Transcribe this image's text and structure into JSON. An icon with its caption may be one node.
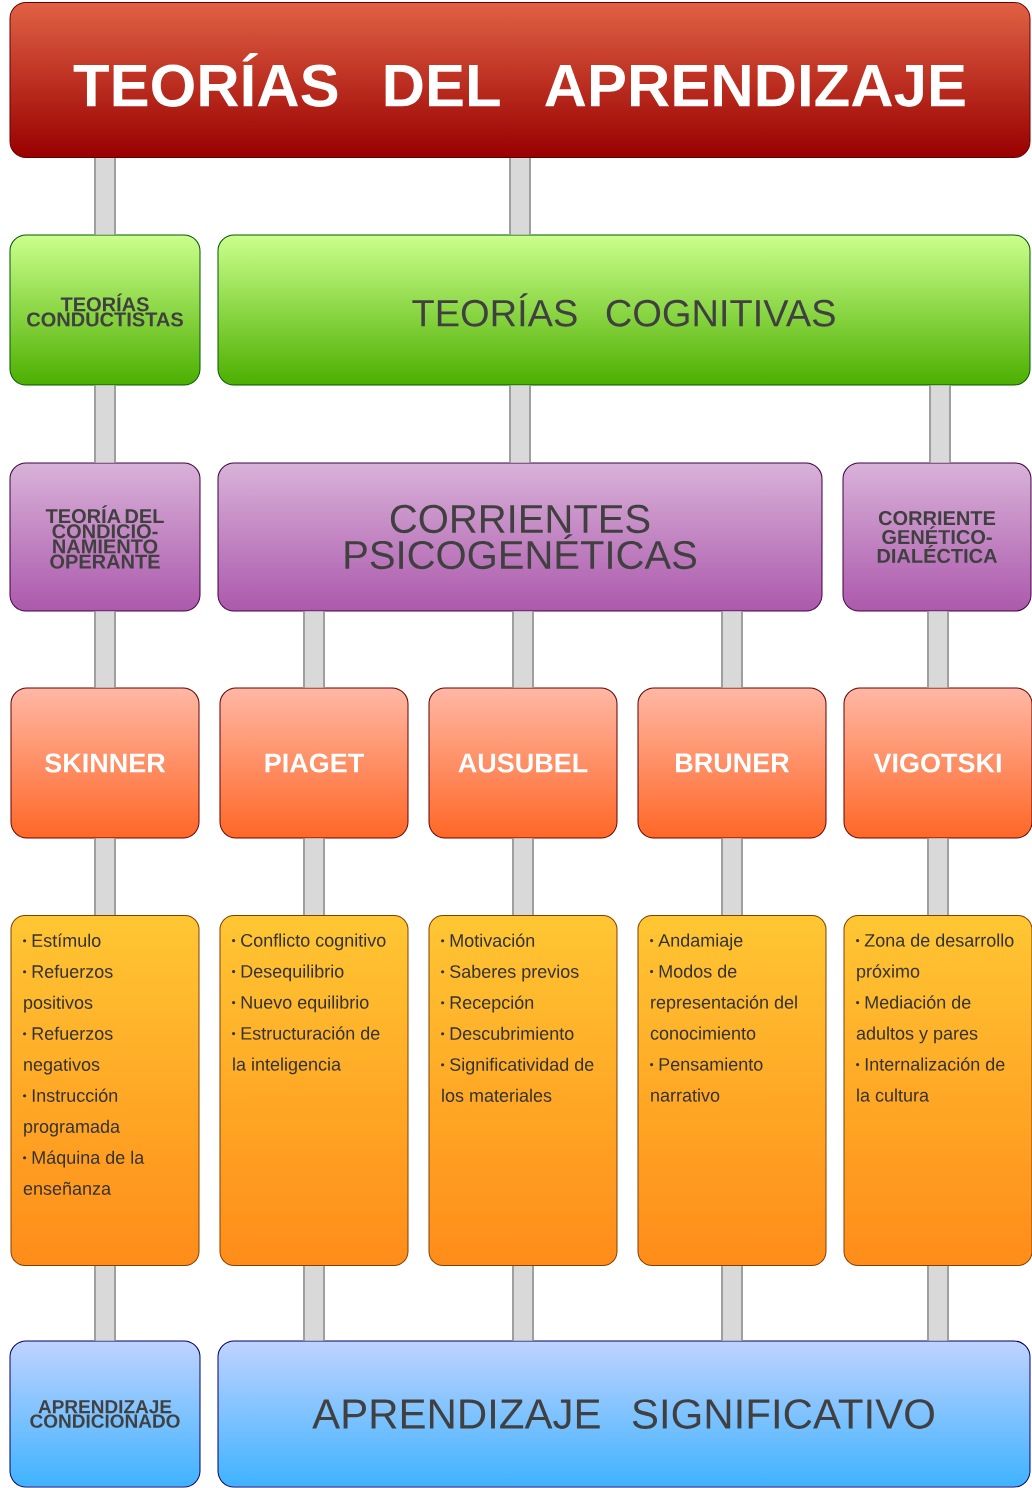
{
  "diagram": {
    "nodes": [
      {
        "text": [
          "TEORÍAS DEL APRENDIZAJE"
        ]
      },
      {
        "text": [
          "TEORÍAS CONDUCTISTAS"
        ]
      },
      {
        "text": [
          "TEORÍAS COGNITIVAS"
        ]
      },
      {
        "text": [
          "TEORÍA DEL CONDICIO-NAMIENTO OPERANTE"
        ]
      },
      {
        "text": [
          "CORRIENTES PSICOGENÉTICAS"
        ]
      },
      {
        "text": [
          "CORRIENTE GENÉTICO-DIALÉCTICA"
        ]
      },
      {
        "text": [
          "SKINNER"
        ]
      },
      {
        "text": [
          "PIAGET"
        ]
      },
      {
        "text": [
          "AUSUBEL"
        ]
      },
      {
        "text": [
          "BRUNER"
        ]
      },
      {
        "text": [
          "VIGOTSKI"
        ]
      },
      {
        "text": [
          "Estímulo",
          "Refuerzos positivos",
          "Refuerzos negativos",
          "Instrucción programada",
          "Máquina de la enseñanza"
        ]
      },
      {
        "text": [
          "Conflicto cognitivo",
          "Desequilibrio",
          "Nuevo equilibrio",
          "Estructuración de la inteligencia"
        ]
      },
      {
        "text": [
          "Motivación",
          "Saberes previos",
          "Recepción",
          "Descubrimiento",
          "Significatividad de los materiales"
        ]
      },
      {
        "text": [
          "Andamiaje",
          "Modos de representación del conocimiento",
          "Pensamiento narrativo"
        ]
      },
      {
        "text": [
          "Zona de desarrollo próximo",
          "Mediación de adultos y pares",
          "Internalización de la cultura"
        ]
      },
      {
        "text": [
          "APRENDIZAJE CONDICIONADO"
        ]
      },
      {
        "text": [
          "APRENDIZAJE SIGNIFICATIVO"
        ]
      }
    ],
    "edges": [
      {
        "from": 0,
        "to": 1,
        "arrow": "none"
      },
      {
        "from": 0,
        "to": 2,
        "arrow": "none"
      },
      {
        "from": 1,
        "to": 3,
        "arrow": "none"
      },
      {
        "from": 2,
        "to": 4,
        "arrow": "none"
      },
      {
        "from": 2,
        "to": 5,
        "arrow": "none"
      },
      {
        "from": 3,
        "to": 6,
        "arrow": "none"
      },
      {
        "from": 4,
        "to": 7,
        "arrow": "none"
      },
      {
        "from": 4,
        "to": 8,
        "arrow": "none"
      },
      {
        "from": 4,
        "to": 9,
        "arrow": "none"
      },
      {
        "from": 5,
        "to": 10,
        "arrow": "none"
      },
      {
        "from": 6,
        "to": 11,
        "arrow": "none"
      },
      {
        "from": 7,
        "to": 12,
        "arrow": "none"
      },
      {
        "from": 8,
        "to": 13,
        "arrow": "none"
      },
      {
        "from": 9,
        "to": 14,
        "arrow": "none"
      },
      {
        "from": 10,
        "to": 15,
        "arrow": "none"
      },
      {
        "from": 11,
        "to": 16,
        "arrow": "none"
      },
      {
        "from": 12,
        "to": 17,
        "arrow": "none"
      },
      {
        "from": 13,
        "to": 17,
        "arrow": "none"
      },
      {
        "from": 14,
        "to": 17,
        "arrow": "none"
      },
      {
        "from": 15,
        "to": 17,
        "arrow": "none"
      }
    ]
  }
}
